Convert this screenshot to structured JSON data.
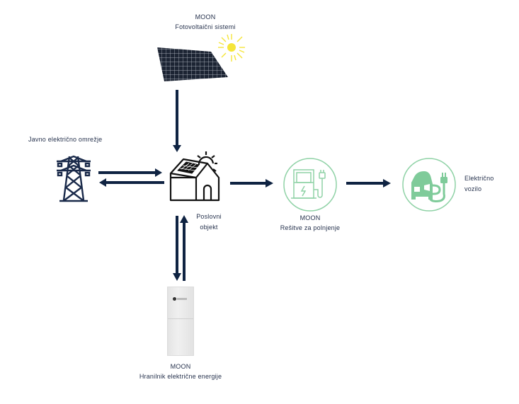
{
  "colors": {
    "arrow": "#0f2342",
    "icon_dark": "#1a2a4a",
    "green": "#8fd2a6",
    "green_fill": "#7fcb9a",
    "sun": "#f5e53a",
    "panel": "#1c2433"
  },
  "nodes": {
    "pv": {
      "brand": "MOON",
      "name": "Fotovoltaični sistemi",
      "icon": "solar-panel-icon"
    },
    "grid": {
      "name": "Javno električno omrežje",
      "icon": "power-tower-icon"
    },
    "building": {
      "name_line1": "Poslovni",
      "name_line2": "objekt",
      "icon": "house-solar-icon"
    },
    "charger": {
      "brand": "MOON",
      "name": "Rešitve za polnjenje",
      "icon": "ev-charger-icon"
    },
    "ev": {
      "name_line1": "Električno",
      "name_line2": "vozilo",
      "icon": "electric-car-icon"
    },
    "storage": {
      "brand": "MOON",
      "name": "Hranilnik električne energije",
      "icon": "battery-storage-icon"
    }
  },
  "flows": [
    {
      "from": "pv",
      "to": "building"
    },
    {
      "from": "grid",
      "to": "building"
    },
    {
      "from": "building",
      "to": "grid"
    },
    {
      "from": "building",
      "to": "charger"
    },
    {
      "from": "charger",
      "to": "ev"
    },
    {
      "from": "building",
      "to": "storage"
    },
    {
      "from": "storage",
      "to": "building"
    }
  ]
}
